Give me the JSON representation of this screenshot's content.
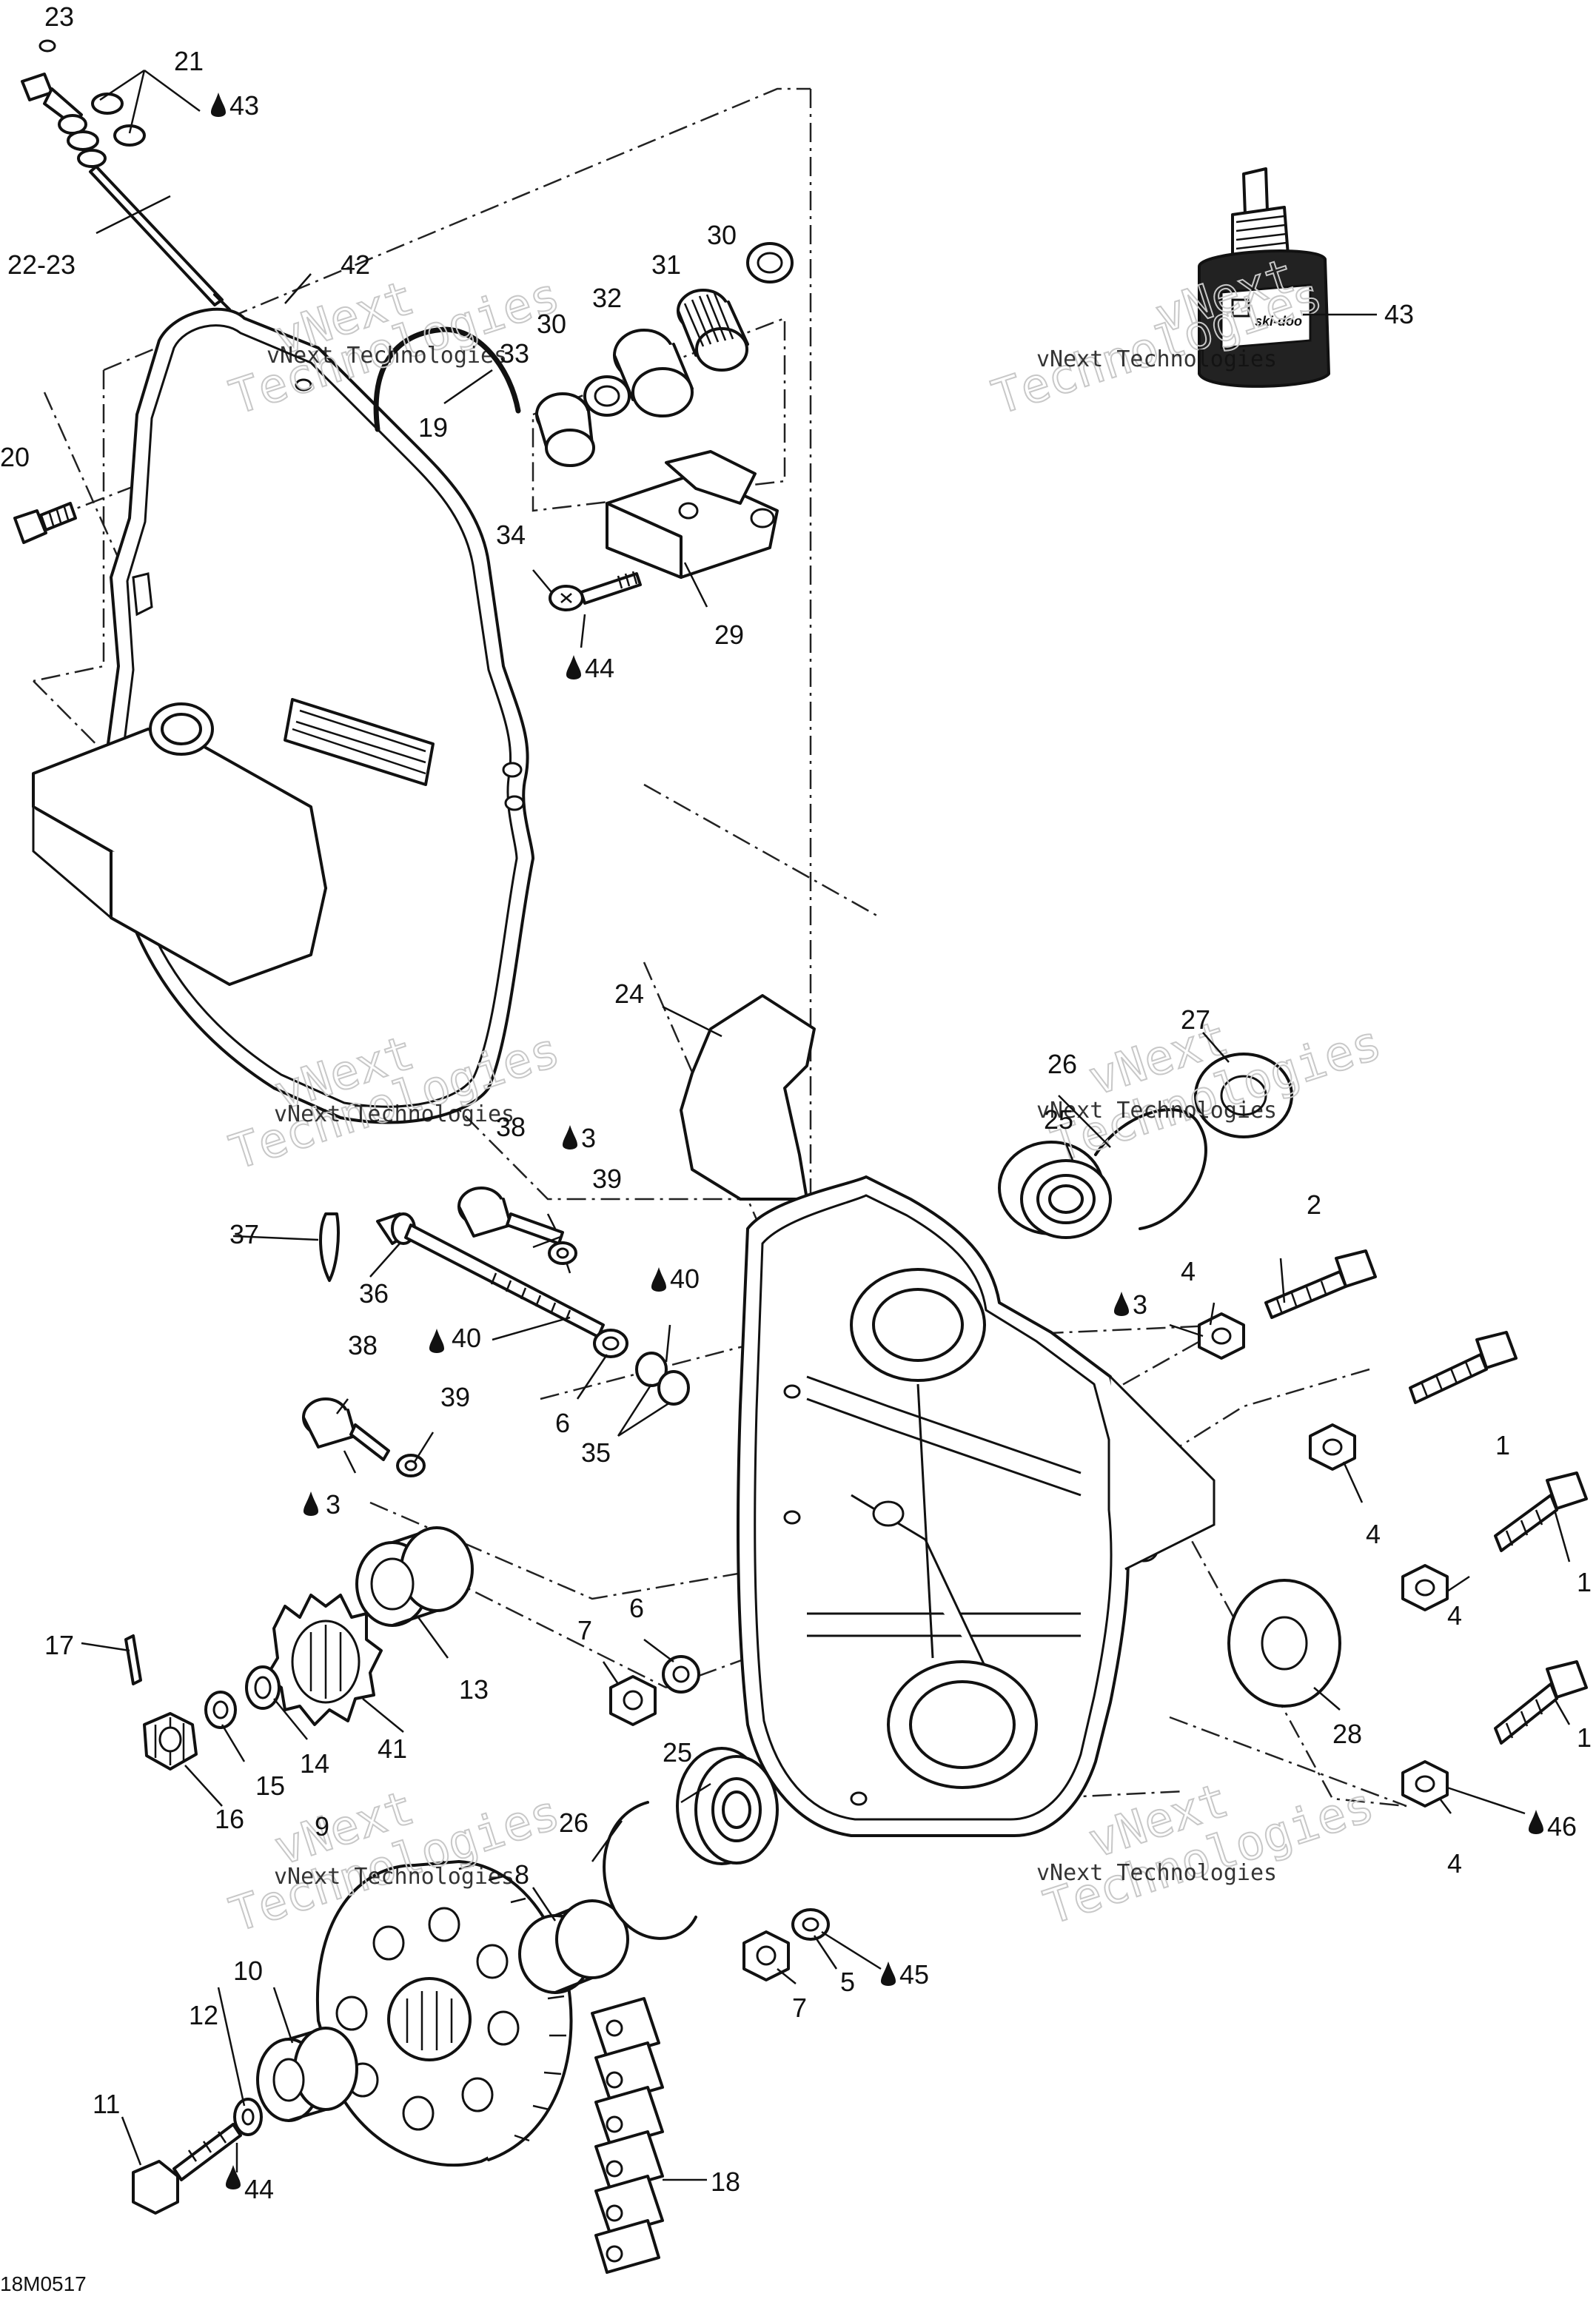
{
  "diagram_code": "18M0517",
  "watermark": {
    "line1": "vNext Technologies",
    "outline_line1": "vNext",
    "outline_line2": "Technologies"
  },
  "bottle_label": "ski-doo",
  "callouts": {
    "c1": "1",
    "c1b": "1",
    "c1c": "1",
    "c2": "2",
    "c3a": "3",
    "c3b": "3",
    "c3c": "3",
    "c4a": "4",
    "c4b": "4",
    "c4c": "4",
    "c4d": "4",
    "c5": "5",
    "c6a": "6",
    "c6b": "6",
    "c7a": "7",
    "c7b": "7",
    "c8": "8",
    "c9": "9",
    "c10": "10",
    "c11": "11",
    "c12": "12",
    "c13": "13",
    "c14": "14",
    "c15": "15",
    "c16": "16",
    "c17": "17",
    "c18": "18",
    "c19": "19",
    "c20": "20",
    "c21": "21",
    "c2223": "22-23",
    "c23": "23",
    "c24": "24",
    "c25a": "25",
    "c25b": "25",
    "c26a": "26",
    "c26b": "26",
    "c27": "27",
    "c28": "28",
    "c29": "29",
    "c30a": "30",
    "c30b": "30",
    "c31": "31",
    "c32": "32",
    "c33": "33",
    "c34": "34",
    "c35": "35",
    "c36": "36",
    "c37": "37",
    "c38a": "38",
    "c38b": "38",
    "c39a": "39",
    "c39b": "39",
    "c40a": "40",
    "c40b": "40",
    "c41": "41",
    "c42": "42",
    "c43a": "43",
    "c43b": "43",
    "c44a": "44",
    "c44b": "44",
    "c45": "45",
    "c46": "46"
  }
}
